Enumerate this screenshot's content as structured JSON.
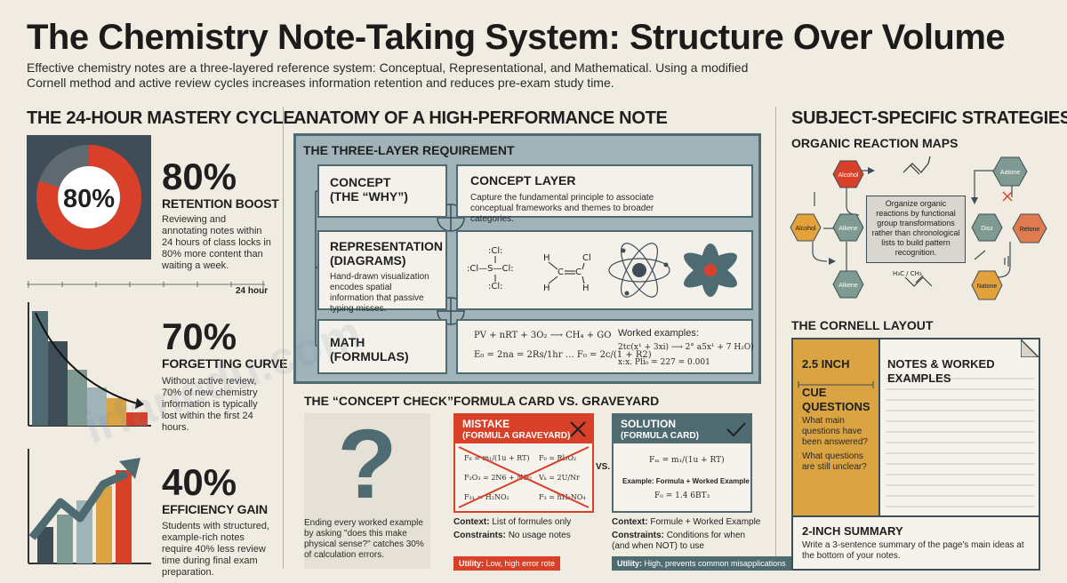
{
  "header": {
    "title": "The Chemistry Note-Taking System: Structure Over Volume",
    "subtitle": "Effective chemistry notes are a three-layered reference system: Conceptual, Representational, and Mathematical. Using a modified Cornell method and active review cycles increases information retention and reduces pre-exam study time."
  },
  "left": {
    "heading": "THE 24-HOUR MASTERY CYCLE",
    "donut_value": "80%",
    "donut_fraction": 0.8,
    "stats": [
      {
        "value": "80%",
        "label": "RETENTION BOOST",
        "desc": "Reviewing and annotating notes within 24 hours of class locks in 80% more content than waiting a week."
      },
      {
        "value": "70%",
        "label": "FORGETTING CURVE",
        "desc": "Without active review, 70% of new chemistry information is typically lost within the first 24 hours."
      },
      {
        "value": "40%",
        "label": "EFFICIENCY GAIN",
        "desc": "Students with structured, example-rich notes require 40% less review time during final exam preparation."
      }
    ],
    "timeline_label": "24 hour"
  },
  "middle": {
    "heading": "ANATOMY OF A HIGH-PERFORMANCE NOTE",
    "panel_title": "THE THREE-LAYER REQUIREMENT",
    "layers": [
      {
        "name": "CONCEPT\n(THE “WHY”)"
      },
      {
        "name": "REPRESENTATION\n(DIAGRAMS)",
        "desc": "Hand-drawn visualization encodes spatial information that passive typing misses."
      },
      {
        "name": "MATH\n(FORMULAS)"
      }
    ],
    "concept_layer": {
      "title": "CONCEPT LAYER",
      "desc": "Capture the fundamental principle to associate conceptual frameworks and themes to broader categories."
    },
    "math": {
      "f1": "PV + nRT + 3O₂ ⟶ CH₄ + GO",
      "f2": "E₀ = 2na = 2Rs/1hr … F₀ = 2c/(1 + R2)",
      "worked_title": "Worked examples:",
      "w1": "2tc(x¹ + 3xi) ⟶ 2° a5x¹ + 7 H₂O)",
      "w2": "x:x. Pli₀ = 227 = 0.001"
    },
    "concept_check": {
      "heading": "THE “CONCEPT CHECK”",
      "symbol": "?",
      "desc": "Ending every worked example by asking \"does this make physical sense?\" catches 30% of calculation errors."
    },
    "formula_card": {
      "heading": "FORMULA CARD VS. GRAVEYARD",
      "vs": "VS.",
      "mistake": {
        "title": "MISTAKE",
        "sub": "(FORMULA GRAVEYARD)",
        "formulas": [
          "F₈ = m₁/(1u + RT)",
          "F₀ = Rl₃O₂",
          "F₂O₃ = 2N6 + NO₂",
          "Vₖ = 2U/Nr",
          "F₃₁ = H₂NO₂",
          "F₃ = hH₃NO₄"
        ],
        "context_label": "Context:",
        "context": "List of formules only",
        "constraints_label": "Constraints:",
        "constraints": "No usage notes",
        "utility_label": "Utility:",
        "utility": "Low, high error rote"
      },
      "solution": {
        "title": "SOLUTION",
        "sub": "(FORMULA CARD)",
        "formula": "Fₘ = m₁/(1u + RT)",
        "example": "Example: Formula + Worked Example",
        "f2": "F₀ = 1.4 6BT₃",
        "context_label": "Context:",
        "context": "Formule + Worked Example",
        "constraints_label": "Constraints:",
        "constraints": "Conditions for when (and when NOT) to use",
        "utility_label": "Utility:",
        "utility": "High, prevents common misapplications"
      }
    },
    "molecule1": {
      "atoms": [
        ":Cl:",
        ":Cl—S—Cl:",
        ":Cl:"
      ]
    },
    "molecule2": {
      "atoms": [
        "H",
        "Cl",
        "C",
        "C",
        "H",
        "H"
      ]
    }
  },
  "right": {
    "heading": "SUBJECT-SPECIFIC STRATEGIES",
    "organic_heading": "ORGANIC REACTION MAPS",
    "map_center": "Organize organic reactions by functional group transformations rather than chronological lists to build pattern recognition.",
    "nodes": [
      "Alcohol",
      "Aatone",
      "Alcohol",
      "Alkene",
      "Disz",
      "Retone",
      "Alkene",
      "Natone"
    ],
    "mini_formula": "H₃C / CH₃",
    "cornell_heading": "THE CORNELL LAYOUT",
    "cornell": {
      "left_col": "2.5 INCH",
      "right_col": "NOTES & WORKED EXAMPLES",
      "cue_title": "CUE\nQUESTIONS",
      "q1": "What main questions have been answered?",
      "q2": "What questions are still unclear?",
      "summary_title": "2-INCH SUMMARY",
      "summary_desc": "Write a 3-sentence summary of the page's main ideas at the bottom of your notes."
    }
  },
  "watermark": "irfanedu.com",
  "colors": {
    "red": "#d9402a",
    "teal": "#4f6b72",
    "orange": "#e3a23a",
    "tan": "#d9a441",
    "sage": "#7e9a92"
  }
}
